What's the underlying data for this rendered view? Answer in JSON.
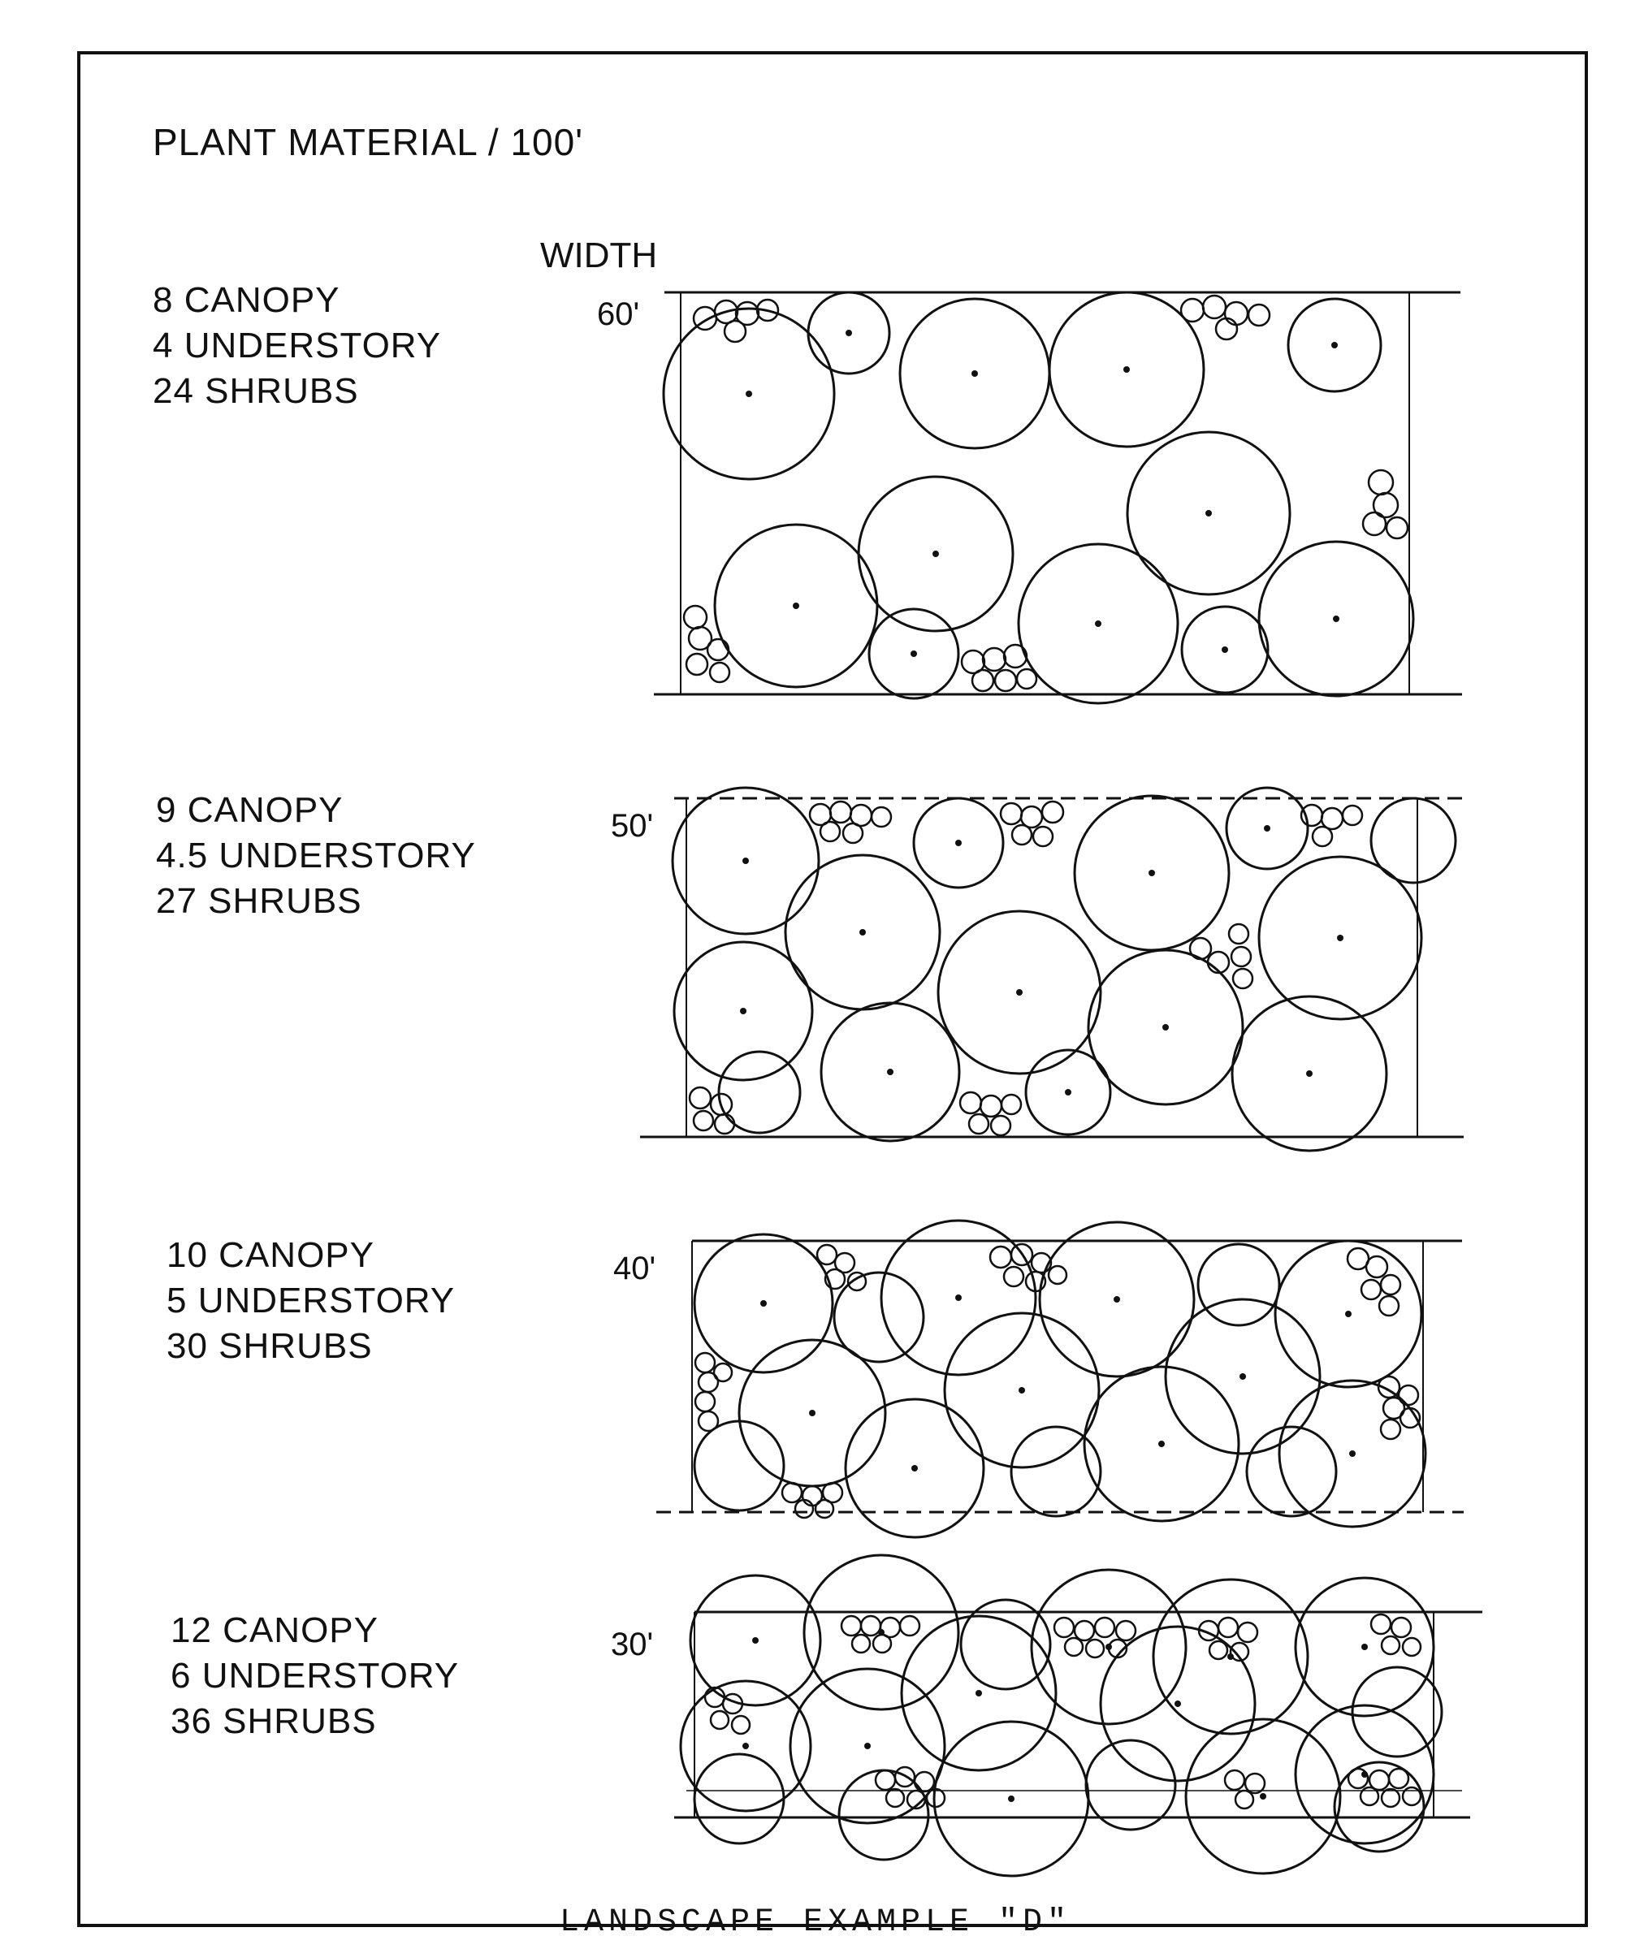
{
  "title": "PLANT MATERIAL / 100'",
  "width_label": "WIDTH",
  "caption": "LANDSCAPE EXAMPLE \"D\"",
  "colors": {
    "ink": "#111111",
    "paper": "#ffffff"
  },
  "rows": [
    {
      "canopy": "8 CANOPY",
      "understory": "4 UNDERSTORY",
      "shrubs": "24 SHRUBS",
      "width": "60'"
    },
    {
      "canopy": "9 CANOPY",
      "understory": "4.5 UNDERSTORY",
      "shrubs": "27 SHRUBS",
      "width": "50'"
    },
    {
      "canopy": "10 CANOPY",
      "understory": "5 UNDERSTORY",
      "shrubs": "30 SHRUBS",
      "width": "40'"
    },
    {
      "canopy": "12 CANOPY",
      "understory": "6 UNDERSTORY",
      "shrubs": "36 SHRUBS",
      "width": "30'"
    }
  ]
}
